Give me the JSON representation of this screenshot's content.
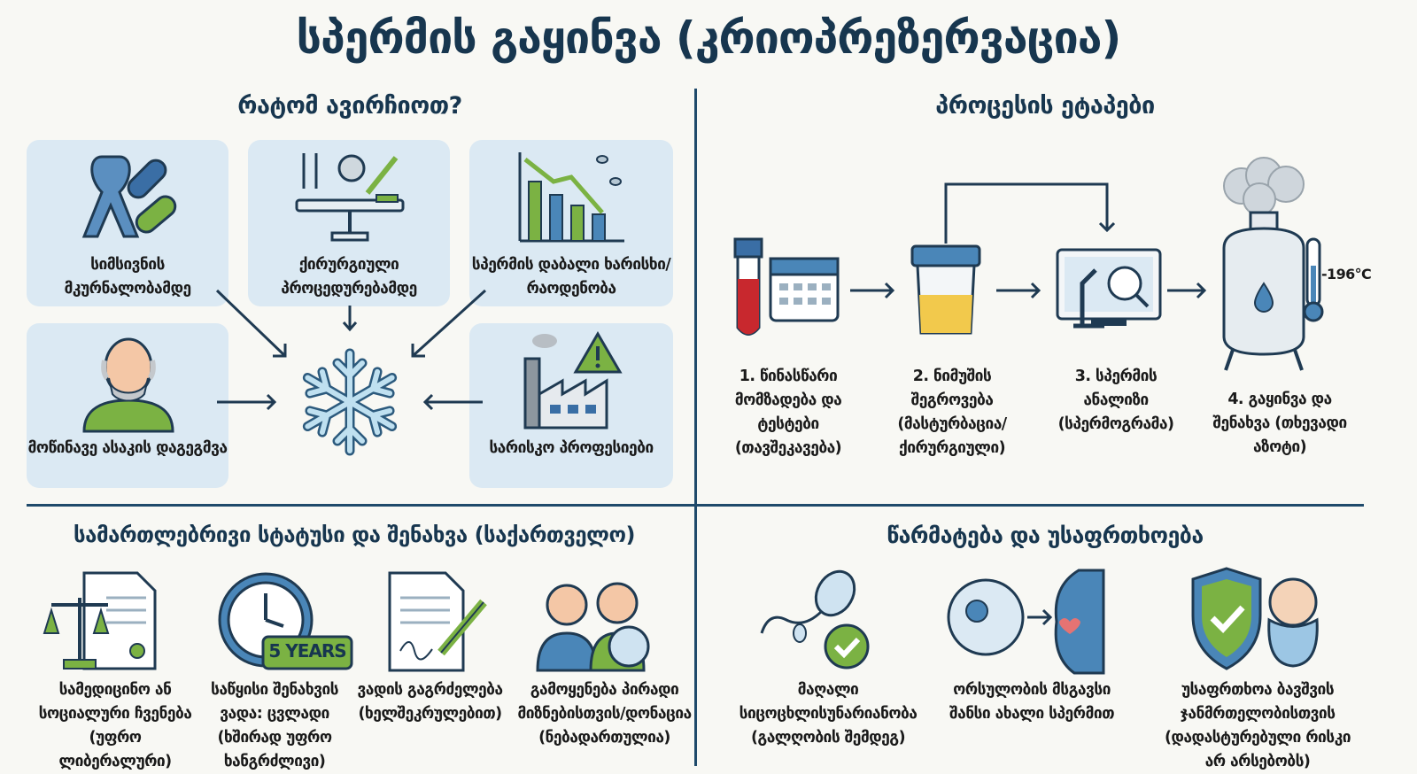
{
  "title": "სპერმის გაყინვა (კრიოპრეზერვაცია)",
  "why": {
    "heading": "რატომ ავირჩიოთ?",
    "reasons": [
      {
        "label": "სიმსივნის მკურნალობამდე",
        "icon": "cancer-ribbon-pills-icon"
      },
      {
        "label": "ქირურგიული პროცედურებამდე",
        "icon": "surgery-tools-icon"
      },
      {
        "label": "სპერმის დაბალი ხარისხი/რაოდენობა",
        "icon": "declining-chart-sperm-icon"
      },
      {
        "label": "მოწინავე ასაკის დაგეგმვა",
        "icon": "elderly-man-icon"
      },
      {
        "label": "სარისკო პროფესიები",
        "icon": "factory-warning-icon"
      }
    ],
    "center_icon": "snowflake-icon"
  },
  "process": {
    "heading": "პროცესის ეტაპები",
    "steps": [
      {
        "label": "1. წინასწარი მომზადება და ტესტები (თავშეკავება)",
        "icon": "blood-tube-calendar-icon"
      },
      {
        "label": "2. ნიმუშის შეგროვება (მასტურბაცია/ ქირურგიული)",
        "icon": "sample-cup-icon"
      },
      {
        "label": "3. სპერმის ანალიზი (სპერმოგრამა)",
        "icon": "microscope-monitor-icon"
      },
      {
        "label": "4. გაყინვა და შენახვა (თხევადი აზოტი)",
        "icon": "cryo-tank-icon"
      }
    ],
    "temperature": "-196°C"
  },
  "legal": {
    "heading": "სამართლებრივი სტატუსი და შენახვა (საქართველო)",
    "items": [
      {
        "label": "სამედიცინო ან სოციალური ჩვენება (უფრო ლიბერალური)",
        "icon": "scales-document-icon"
      },
      {
        "label": "საწყისი შენახვის ვადა: ცვლადი (ხშირად უფრო ხანგრძლივი)",
        "icon": "clock-icon",
        "badge": "5 YEARS"
      },
      {
        "label": "ვადის გაგრძელება (ხელშეკრულებით)",
        "icon": "contract-pen-icon"
      },
      {
        "label": "გამოყენება პირადი მიზნებისთვის/დონაცია (ნებადართულია)",
        "icon": "family-icon"
      }
    ]
  },
  "success": {
    "heading": "წარმატება და უსაფრთხოება",
    "items": [
      {
        "label": "მაღალი სიცოცხლისუნარიანობა (გალღობის შემდეგ)",
        "icon": "sperm-check-icon"
      },
      {
        "label": "ორსულობის მსგავსი შანსი ახალი სპერმით",
        "icon": "egg-pregnancy-icon"
      },
      {
        "label": "უსაფრთხოა ბავშვის ჯანმრთელობისთვის (დადასტურებული რისკი არ არსებობს)",
        "icon": "shield-baby-icon"
      }
    ]
  },
  "colors": {
    "navy": "#17364f",
    "box": "#dbe9f3",
    "green": "#7bb243",
    "blue": "#4a86b8",
    "red": "#c8282e",
    "yellow": "#f2c94c"
  }
}
